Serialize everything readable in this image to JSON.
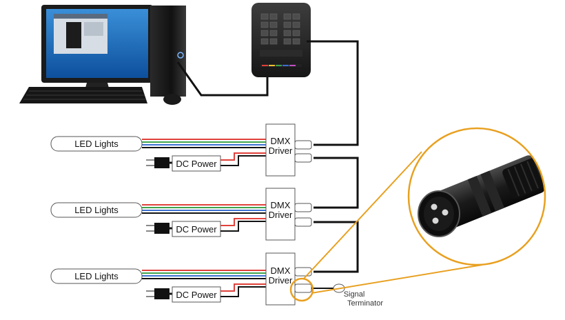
{
  "rows": [
    {
      "led_label": "LED Lights",
      "power_label": "DC Power",
      "driver_line1": "DMX",
      "driver_line2": "Driver"
    },
    {
      "led_label": "LED Lights",
      "power_label": "DC Power",
      "driver_line1": "DMX",
      "driver_line2": "Driver"
    },
    {
      "led_label": "LED Lights",
      "power_label": "DC Power",
      "driver_line1": "DMX",
      "driver_line2": "Driver"
    }
  ],
  "terminator": {
    "line1": "Signal",
    "line2": "Terminator"
  },
  "colors": {
    "wire_red": "#e0403a",
    "wire_green": "#3fa34d",
    "wire_blue": "#3b6fd0",
    "wire_black": "#111111",
    "accent_orange": "#e8a020",
    "box_stroke": "#555555"
  },
  "icons": [
    "desktop-computer",
    "dmx-controller",
    "xlr-connector"
  ]
}
